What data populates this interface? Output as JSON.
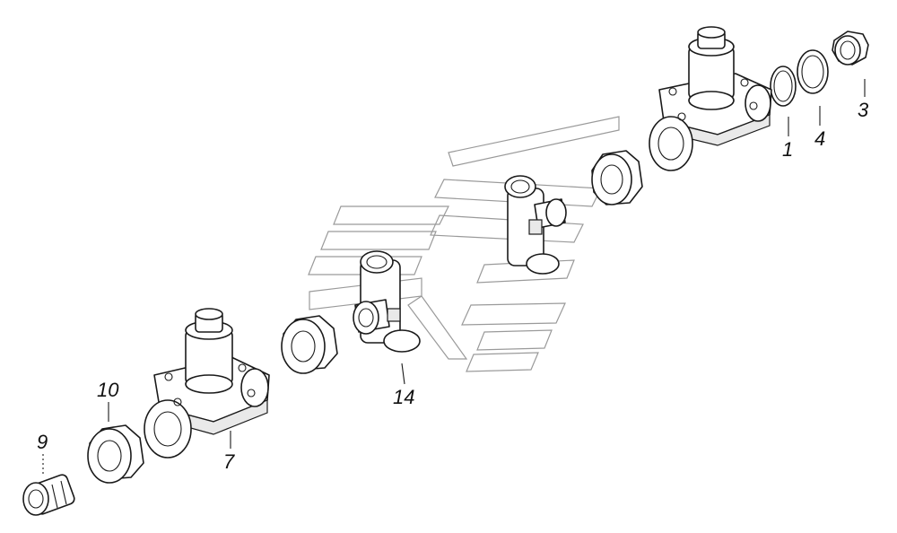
{
  "callouts": {
    "c1": "1",
    "c3": "3",
    "c4": "4",
    "c7": "7",
    "c9": "9",
    "c10": "10",
    "c14": "14"
  },
  "icons": {
    "watermark": "kamaz-logo-watermark"
  },
  "colors": {
    "line": "#1a1a1a",
    "watermark": "#9a9a9a",
    "background": "#ffffff"
  }
}
